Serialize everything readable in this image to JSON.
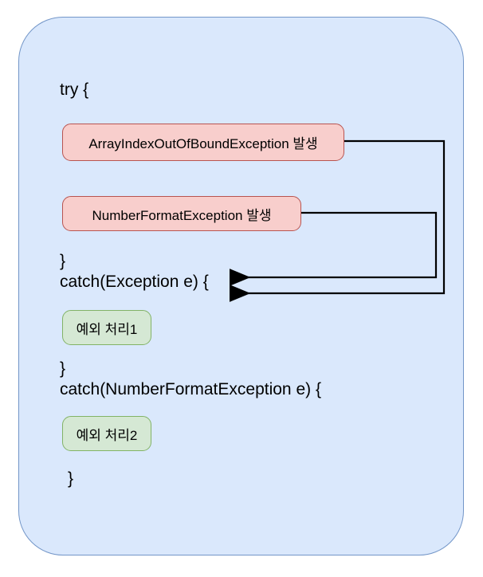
{
  "diagram": {
    "title": "try-catch exception handling flow",
    "panel": {
      "fill": "#dae8fc",
      "stroke": "#7396c8"
    },
    "colors": {
      "exception_fill": "#f8cecc",
      "exception_stroke": "#b85450",
      "handler_fill": "#d5e8d4",
      "handler_stroke": "#82b366",
      "connector": "#000000",
      "text": "#000000"
    },
    "code_lines": [
      {
        "text": "try {"
      },
      {
        "text": "}"
      },
      {
        "text": "catch(Exception e) {"
      },
      {
        "text": "}"
      },
      {
        "text": "catch(NumberFormatException e) {"
      },
      {
        "text": "}"
      }
    ],
    "exception_nodes": [
      {
        "label": "ArrayIndexOutOfBoundException 발생"
      },
      {
        "label": "NumberFormatException 발생"
      }
    ],
    "handler_nodes": [
      {
        "label": "예외 처리1"
      },
      {
        "label": "예외 처리2"
      }
    ],
    "connectors": [
      {
        "from": "ArrayIndexOutOfBoundException 발생",
        "to": "catch(Exception e) {"
      },
      {
        "from": "NumberFormatException 발생",
        "to": "catch(Exception e) {"
      }
    ]
  }
}
